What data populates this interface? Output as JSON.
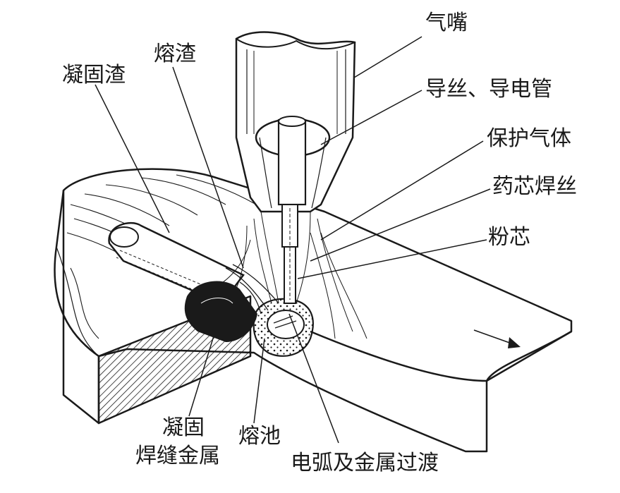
{
  "labels": {
    "gas_nozzle": "气嘴",
    "guide_wire_contact_tube": "导丝、导电管",
    "shielding_gas": "保护气体",
    "flux_cored_wire": "药芯焊丝",
    "powder_core": "粉芯",
    "molten_slag": "熔渣",
    "solidified_slag": "凝固渣",
    "solidified_weld_metal_line1": "凝固",
    "solidified_weld_metal_line2": "焊缝金属",
    "weld_pool": "熔池",
    "arc_and_metal_transfer": "电弧及金属过渡"
  },
  "colors": {
    "ink": "#1a1a1a",
    "paper": "#ffffff"
  }
}
